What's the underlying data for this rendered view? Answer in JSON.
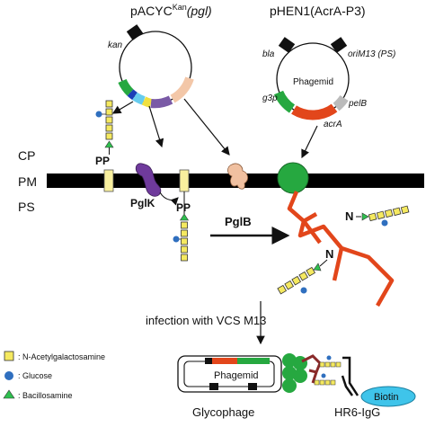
{
  "plasmids": {
    "left": {
      "title_main": "pACYC",
      "title_sup": "Kan",
      "title_gene": "(pgl)",
      "kan": "kan"
    },
    "right": {
      "title": "pHEN1(AcrA-P3)",
      "bla": "bla",
      "ori": "oriM13 (PS)",
      "center": "Phagemid",
      "g3p": "g3p",
      "pelB": "pelB",
      "acrA": "acrA"
    }
  },
  "compartments": {
    "cp": "CP",
    "pm": "PM",
    "ps": "PS"
  },
  "labels": {
    "pp_top": "PP",
    "pp_bottom": "PP",
    "pglk": "PglK",
    "pglb": "PglB",
    "n1": "N",
    "n2": "N"
  },
  "step": {
    "infection": "infection with VCS M13"
  },
  "legend": {
    "galnac": ": N-Acetylgalactosamine",
    "glucose": ": Glucose",
    "bac": ": Bacillosamine"
  },
  "bottom": {
    "phagemid": "Phagemid",
    "glycophage": "Glycophage",
    "biotin": "Biotin",
    "hr6": "HR6-IgG"
  },
  "colors": {
    "galnac": "#f5e960",
    "glucose": "#2f6fbf",
    "bac": "#2fbf4f",
    "acra": "#e2461b",
    "membrane": "#000000",
    "phage": "#26a840",
    "pglk": "#6f3a9c",
    "pglb": "#f0c0a0",
    "biotin": "#3fc4ea"
  }
}
